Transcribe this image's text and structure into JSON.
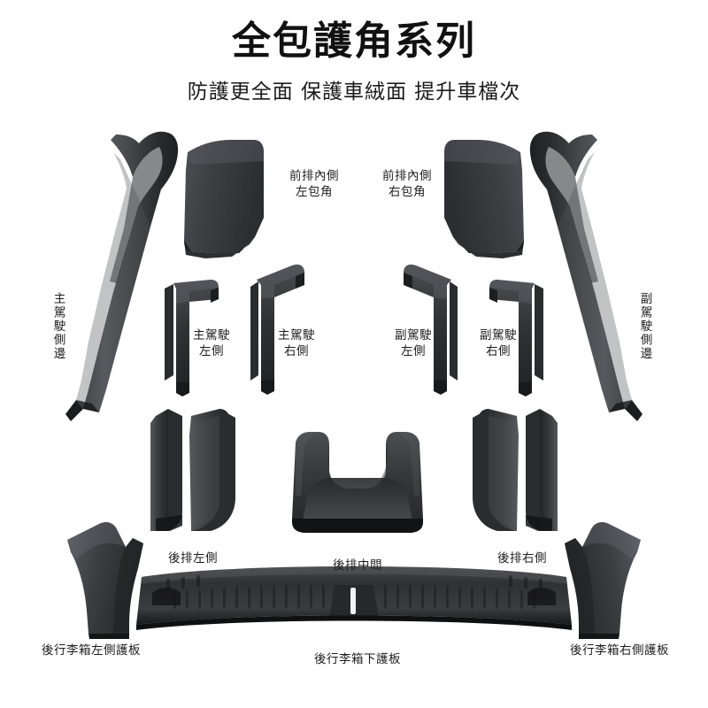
{
  "header": {
    "title": "全包護角系列",
    "subtitle": "防護更全面 保護車絨面 提升車檔次"
  },
  "parts": [
    {
      "id": "driver-side-sill",
      "label": "主駕駛側邊",
      "orientation": "vertical"
    },
    {
      "id": "front-inner-left-corner",
      "label": "前排內側\n左包角",
      "orientation": "horizontal"
    },
    {
      "id": "front-inner-right-corner",
      "label": "前排內側\n右包角",
      "orientation": "horizontal"
    },
    {
      "id": "passenger-side-sill",
      "label": "副駕駛側邊",
      "orientation": "vertical"
    },
    {
      "id": "driver-left",
      "label": "主駕駛\n左側",
      "orientation": "horizontal"
    },
    {
      "id": "driver-right",
      "label": "主駕駛\n右側",
      "orientation": "horizontal"
    },
    {
      "id": "passenger-left",
      "label": "副駕駛\n左側",
      "orientation": "horizontal"
    },
    {
      "id": "passenger-right",
      "label": "副駕駛\n右側",
      "orientation": "horizontal"
    },
    {
      "id": "rear-left",
      "label": "後排左側",
      "orientation": "horizontal"
    },
    {
      "id": "rear-center",
      "label": "後排中間",
      "orientation": "horizontal"
    },
    {
      "id": "rear-right",
      "label": "後排右側",
      "orientation": "horizontal"
    },
    {
      "id": "trunk-left-panel",
      "label": "後行李箱左側護板",
      "orientation": "horizontal"
    },
    {
      "id": "trunk-lower-panel",
      "label": "後行李箱下護板",
      "orientation": "horizontal"
    },
    {
      "id": "trunk-right-panel",
      "label": "後行李箱右側護板",
      "orientation": "horizontal"
    }
  ],
  "colors": {
    "background": "#ffffff",
    "text": "#1d1d1d",
    "part_dark": "#2e2f31",
    "part_mid": "#3d3f42",
    "part_light": "#56585c",
    "part_shadow": "#1a1b1d"
  }
}
